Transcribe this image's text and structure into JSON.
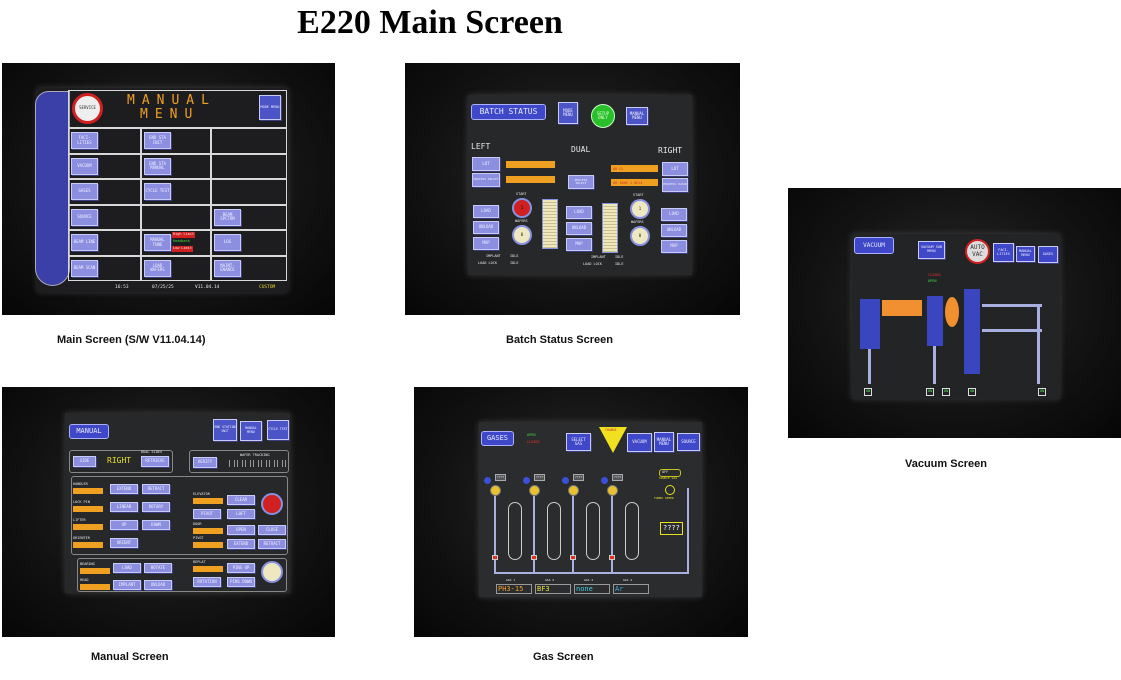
{
  "title": "E220 Main Screen",
  "main": {
    "caption": "Main Screen (S/W V11.04.14)",
    "service": "SERVICE",
    "menu_l1": "MANUAL",
    "menu_l2": "MENU",
    "mode_menu": "MODE MENU",
    "buttons": [
      "FACI-LITIES",
      "END STA INIT",
      "VACUUM",
      "END STA MANUAL",
      "GASES",
      "CYCLE TEST",
      "SOURCE",
      "BEAM SPCTRM",
      "BEAM LINE",
      "MANUAL TUNE",
      "LOG",
      "BEAM SCAN",
      "LOAD WAFERS",
      "MAINT-ENANCE"
    ],
    "high_limit": "High Limit",
    "readback": "Readback",
    "low_limit": "Low Limit",
    "time": "16:53",
    "date": "07/25/25",
    "version": "V11.04.14",
    "mode": "CUSTOM"
  },
  "batch": {
    "caption": "Batch Status Screen",
    "title": "BATCH STATUS",
    "mode_menu": "MODE MENU",
    "setup_only": "SETUP ONLY",
    "manual_menu": "MANUAL MENU",
    "left": "LEFT",
    "dual": "DUAL",
    "right": "RIGHT",
    "lot": "LOT",
    "process_select": "PROCESS SELECT",
    "process_clear": "PROCESS CLEAR",
    "start": "START",
    "wafers": "WAFERS",
    "load": "LOAD",
    "unload": "UNLOAD",
    "map": "MAP",
    "right_lot_value": "AR CL",
    "right_process_value": "AR 100K 1.0E14",
    "start_count": "1",
    "wafer_count": "0",
    "implant": "IMPLANT",
    "load_lock": "LOAD LOCK",
    "idle": "IDLE"
  },
  "vacuum": {
    "caption": "Vacuum Screen",
    "title": "VACUUM",
    "sub_menu": "VACUUM SUB MENU",
    "auto_vac": "AUTO VAC",
    "facilities": "FACI-LITIES",
    "manual_menu": "MANUAL MENU",
    "gases": "GASES",
    "closed": "CLOSED",
    "open": "OPEN",
    "on": "ON"
  },
  "manual": {
    "caption": "Manual Screen",
    "title": "MANUAL",
    "end_station_init": "END STATION INIT",
    "manual_menu": "MANUAL MENU",
    "cycle_test": "CYCLE TEST",
    "side": "SIDE",
    "side_value": "RIGHT",
    "dual_sides": "DUAL SIDES",
    "retrieve": "RETRIEVE",
    "verify": "VERIFY",
    "wafer_tracking": "WAFER TRACKING",
    "rows": [
      {
        "label": "HANDLER",
        "b1": "EXTEND",
        "b2": "RETRACT"
      },
      {
        "label": "LOCK PIN",
        "b1": "LINEAR",
        "b2": "ROTARY"
      },
      {
        "label": "LIFTER",
        "b1": "UP",
        "b2": "DOWN"
      },
      {
        "label": "ORIENTER",
        "b1": "ORIENT",
        "b2": ""
      }
    ],
    "elevator": "ELEVATOR",
    "clear": "CLEAR",
    "pivot_btn": "PIVOT",
    "loft": "LOFT",
    "door": "DOOR",
    "open": "OPEN",
    "close": "CLOSE",
    "pivot": "PIVOT",
    "extend": "EXTEND",
    "retract": "RETRACT",
    "bearing": "BEARING",
    "load": "LOAD",
    "rotate": "ROTATE",
    "head": "HEAD",
    "implant": "IMPLANT",
    "unload": "UNLOAD",
    "replat": "REPLAT",
    "pins_up": "PINS UP",
    "rotation": "ROTATION",
    "pins_down": "PINS DOWN"
  },
  "gas": {
    "caption": "Gas Screen",
    "title": "GASES",
    "open": "OPEN",
    "closed": "CLOSED",
    "select_gas": "SELECT GAS",
    "change": "CHANGE",
    "vacuum": "VACUUM",
    "manual_menu": "MANUAL MENU",
    "source": "SOURCE",
    "off": "OFF",
    "source_gas": "SOURCE GAS",
    "turbo_speed": "TURBO SPEED",
    "unknown": "????",
    "gases": [
      {
        "label": "GAS 1",
        "value": "PH3-15",
        "color": "#f0a030"
      },
      {
        "label": "GAS 2",
        "value": "BF3",
        "color": "#e8e040"
      },
      {
        "label": "GAS 3",
        "value": "none",
        "color": "#40d0e0"
      },
      {
        "label": "GAS 4",
        "value": "Ar",
        "color": "#40b0e0"
      }
    ]
  }
}
